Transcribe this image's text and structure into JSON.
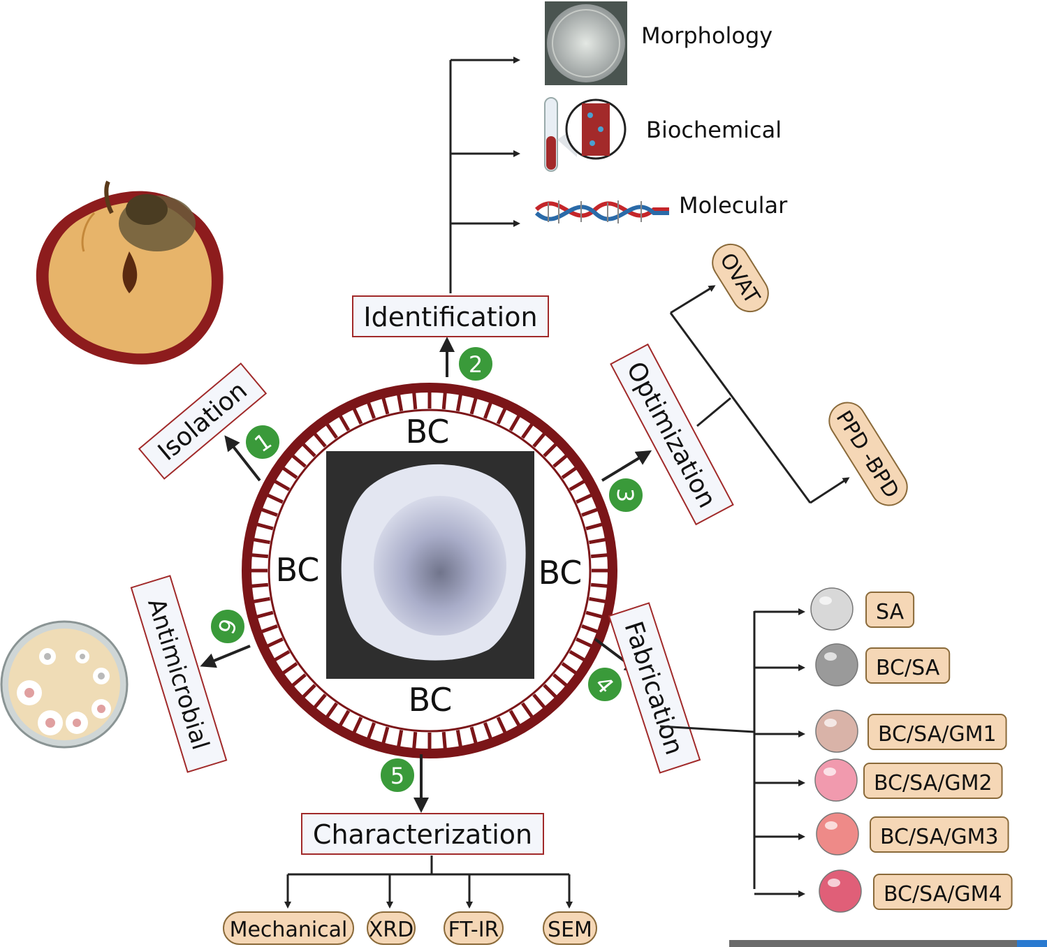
{
  "center": {
    "label_top": "BC",
    "label_left": "BC",
    "label_right": "BC",
    "label_bottom": "BC"
  },
  "steps": [
    {
      "number": "1",
      "label": "Isolation"
    },
    {
      "number": "2",
      "label": "Identification"
    },
    {
      "number": "3",
      "label": "Optimization"
    },
    {
      "number": "4",
      "label": "Fabrication"
    },
    {
      "number": "5",
      "label": "Characterization"
    },
    {
      "number": "6",
      "label": "Antimicrobial"
    }
  ],
  "identification_methods": [
    "Morphology",
    "Biochemical",
    "Molecular"
  ],
  "optimization_methods": [
    "OVAT",
    "PPD -BPD"
  ],
  "fabrication_products": [
    {
      "label": "SA",
      "color": "#d8d8d8"
    },
    {
      "label": "BC/SA",
      "color": "#9a9a9a"
    },
    {
      "label": "BC/SA/GM1",
      "color": "#d9b3a8"
    },
    {
      "label": "BC/SA/GM2",
      "color": "#f19aae"
    },
    {
      "label": "BC/SA/GM3",
      "color": "#ee8a88"
    },
    {
      "label": "BC/SA/GM4",
      "color": "#e05f78"
    }
  ],
  "characterization_methods": [
    "Mechanical",
    "XRD",
    "FT-IR",
    "SEM"
  ],
  "colors": {
    "ring": "#7b1518",
    "badge": "#3a9a3a",
    "box_border": "#a12a2a",
    "pill_fill": "#f5d7b6"
  }
}
